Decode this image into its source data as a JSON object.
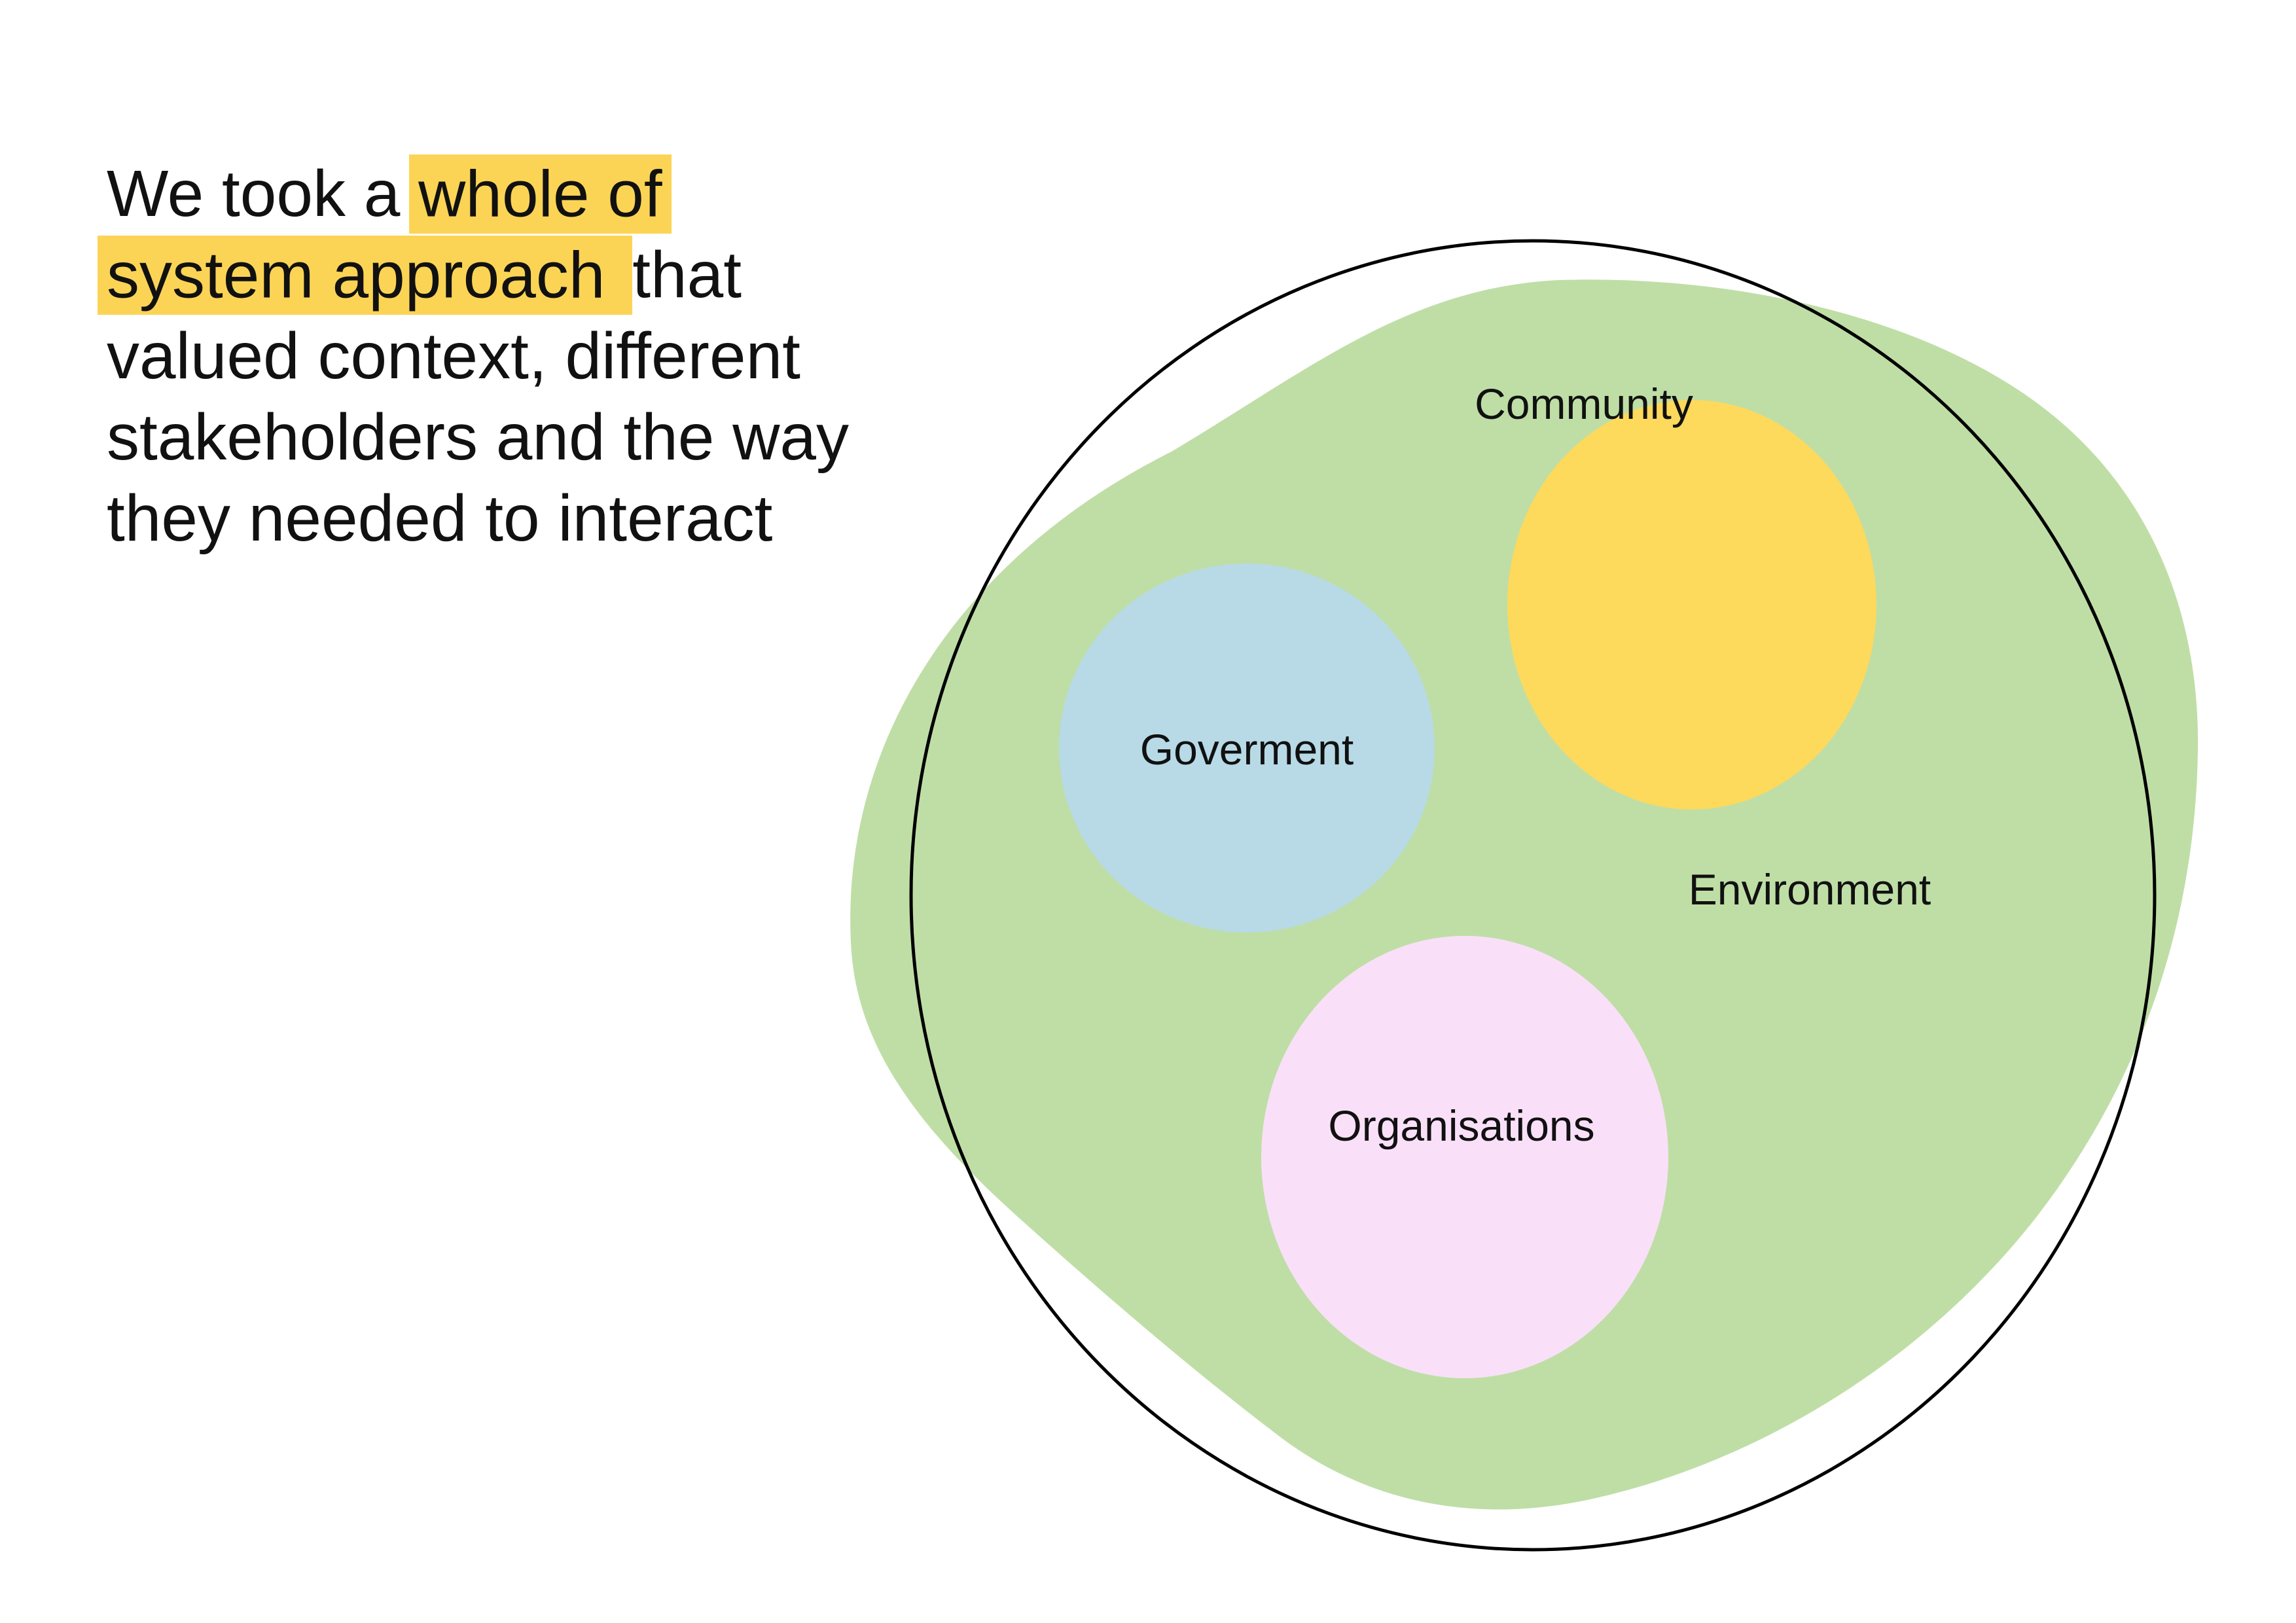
{
  "page": {
    "background_color": "#ffffff"
  },
  "paragraph": {
    "text_color": "#111111",
    "highlight_color": "#FCD455",
    "lines": [
      {
        "segments": [
          {
            "text": "We took a ",
            "highlight": false
          },
          {
            "text": "whole of ",
            "highlight": true
          }
        ]
      },
      {
        "segments": [
          {
            "text": "system approach ",
            "highlight": true
          },
          {
            "text": "that",
            "highlight": false
          }
        ]
      },
      {
        "segments": [
          {
            "text": "valued context, different",
            "highlight": false
          }
        ]
      },
      {
        "segments": [
          {
            "text": "stakeholders and the way",
            "highlight": false
          }
        ]
      },
      {
        "segments": [
          {
            "text": "they needed to interact",
            "highlight": false
          }
        ]
      }
    ]
  },
  "diagram": {
    "outline_color": "#000000",
    "label_color": "#111111",
    "environment": {
      "label": "Environment",
      "color": "#BFDEA6"
    },
    "nodes": [
      {
        "label": "Goverment",
        "color": "#B7DAE6"
      },
      {
        "label": "Community",
        "color": "#FDD95C"
      },
      {
        "label": "Organisations",
        "color": "#F9E0F8"
      }
    ]
  }
}
